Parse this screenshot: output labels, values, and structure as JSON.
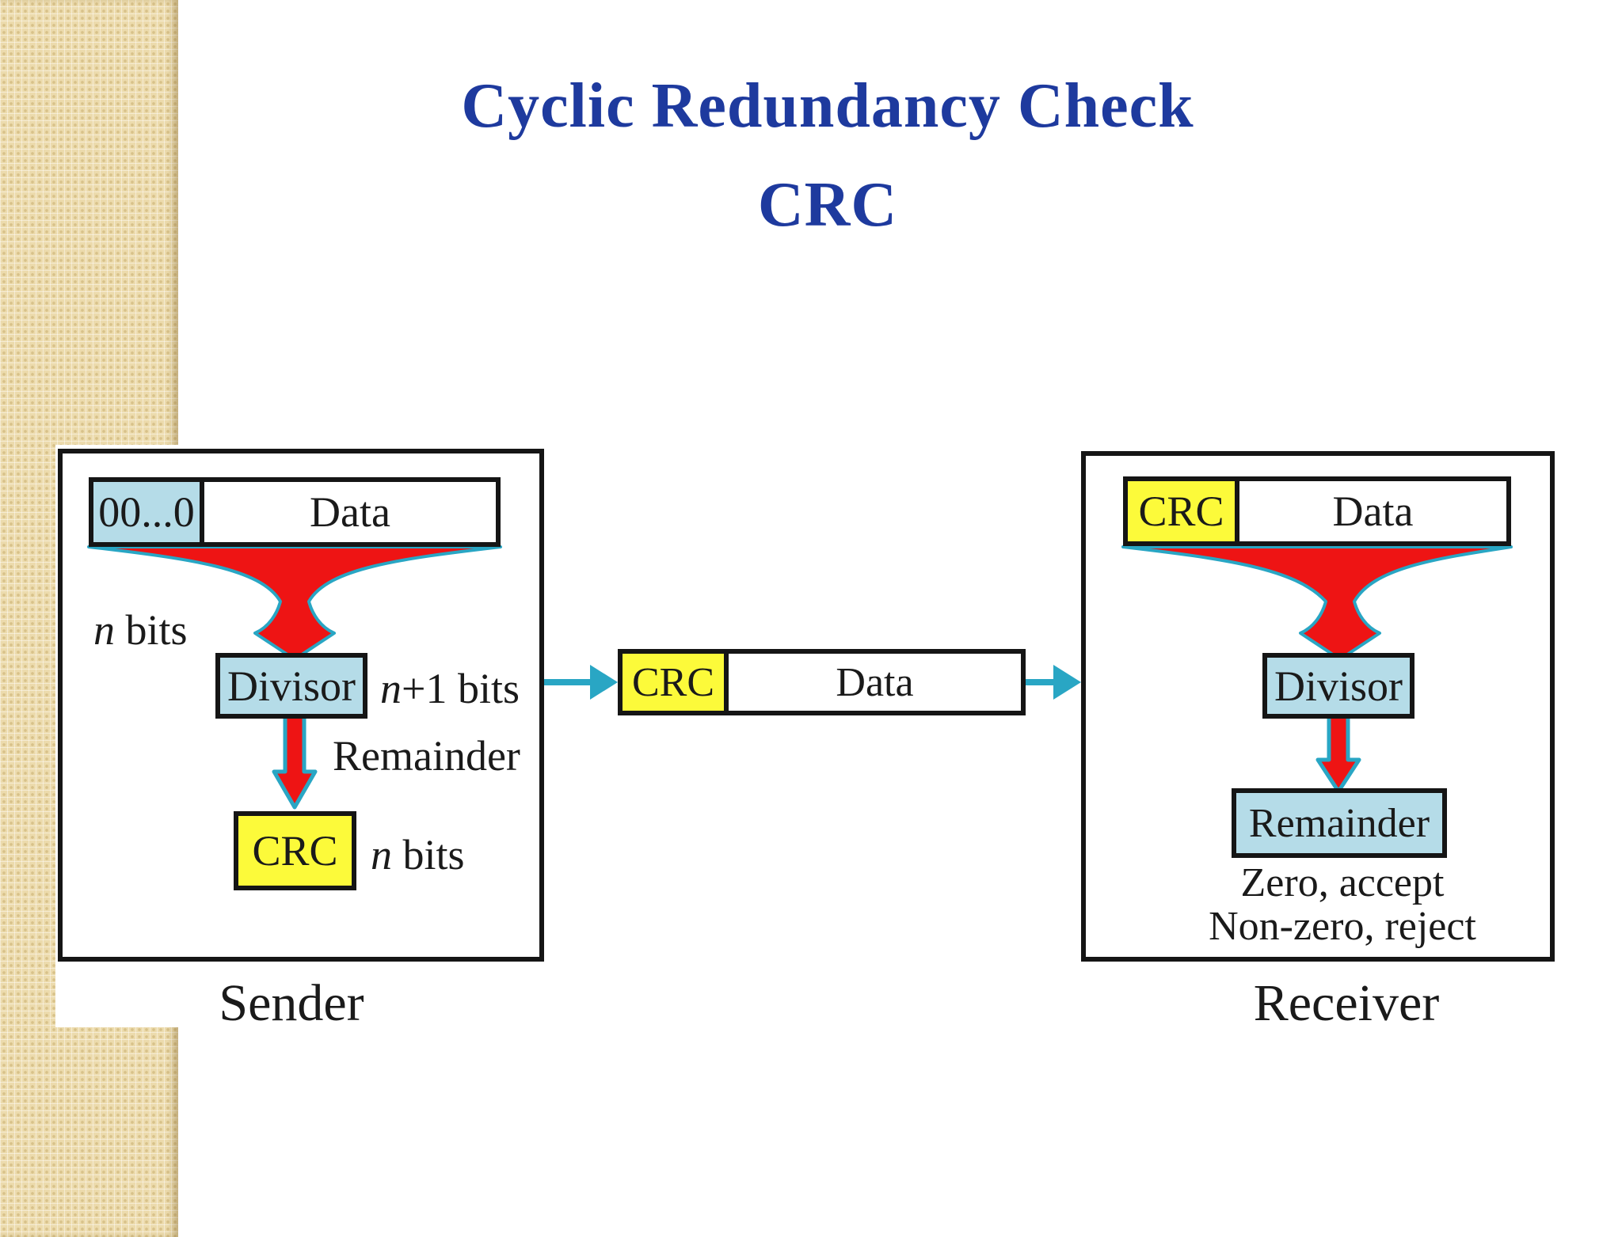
{
  "title": {
    "line1": "Cyclic Redundancy Check",
    "line2": "CRC"
  },
  "sender": {
    "label": "Sender",
    "padded_block": {
      "zeros": "00...0",
      "data": "Data"
    },
    "n_bits": {
      "var": "n",
      "rest": " bits"
    },
    "divisor": "Divisor",
    "n_plus1_bits": {
      "var": "n",
      "rest": "+1 bits"
    },
    "remainder_label": "Remainder",
    "crc_box": "CRC",
    "crc_bits": {
      "var": "n",
      "rest": " bits"
    }
  },
  "channel": {
    "packet": {
      "crc": "CRC",
      "data": "Data"
    }
  },
  "receiver": {
    "label": "Receiver",
    "block": {
      "crc": "CRC",
      "data": "Data"
    },
    "divisor": "Divisor",
    "remainder_box": "Remainder",
    "decision_line1": "Zero, accept",
    "decision_line2": "Non-zero, reject"
  },
  "colors": {
    "title_blue": "#1e3a9e",
    "box_light_blue": "#b5dce8",
    "crc_yellow": "#fcfa3a",
    "arrow_red": "#ee1414",
    "arrow_teal": "#29a6c4",
    "sidebar_tan": "#ecdbad",
    "ink": "#1a1a1a"
  }
}
